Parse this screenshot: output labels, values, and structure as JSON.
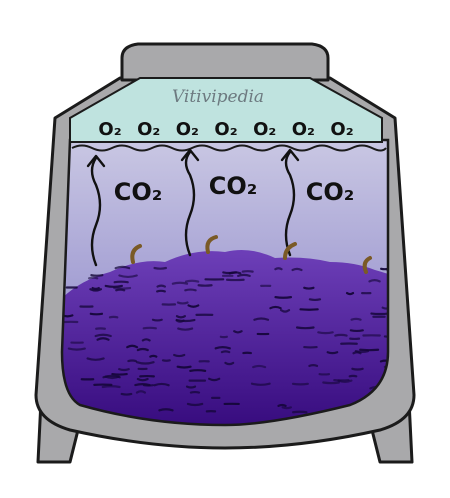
{
  "watermark": "Vitivipedia",
  "labels": {
    "oxygen": "O₂",
    "carbon_dioxide": [
      "CO₂",
      "CO₂",
      "CO₂"
    ]
  },
  "counts": {
    "oxygen_molecules": 7
  },
  "colors": {
    "tank": "#a9a9ab",
    "tank_outline": "#1b1b1b",
    "headspace": "#bfe3df",
    "gas_top": "#c9c7e3",
    "gas_bottom": "#7f78c4",
    "must_top": "#6d3fb8",
    "must_bottom": "#33087a",
    "skins": "#140638",
    "stems": "#7a5a26"
  },
  "icons": [
    "wavy-up-arrow-icon",
    "grape-stem-icon"
  ]
}
